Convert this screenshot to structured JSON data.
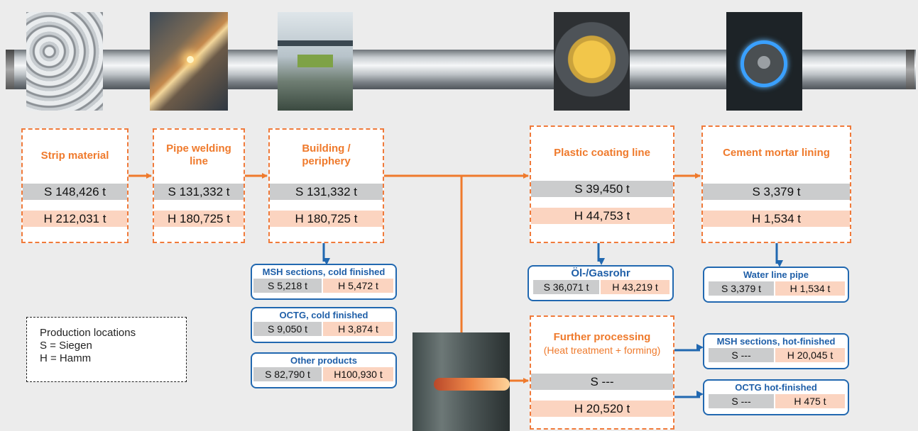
{
  "colors": {
    "orange": "#ef7a2c",
    "blue": "#2168b0",
    "gray_bar": "#cbcccd",
    "pink_bar": "#fbd4c0"
  },
  "icons": [
    "strip-coils-photo",
    "welding-photo",
    "crane-photo",
    "coating-machine-photo",
    "cement-pipe-photo",
    "rolling-mill-photo"
  ],
  "stages": {
    "strip": {
      "title": "Strip material",
      "s": "S 148,426 t",
      "h": "H 212,031 t"
    },
    "welding": {
      "title_l1": "Pipe welding",
      "title_l2": "line",
      "s": "S 131,332 t",
      "h": "H 180,725 t"
    },
    "building": {
      "title_l1": "Building /",
      "title_l2": "periphery",
      "s": "S 131,332 t",
      "h": "H 180,725 t"
    },
    "coating": {
      "title": "Plastic coating line",
      "s": "S 39,450 t",
      "h": "H 44,753 t"
    },
    "cement": {
      "title": "Cement mortar lining",
      "s": "S 3,379 t",
      "h": "H 1,534 t"
    },
    "further": {
      "title": "Further processing",
      "subtitle": "(Heat treatment + forming)",
      "s": "S ---",
      "h": "H 20,520 t"
    }
  },
  "products": {
    "msh_cold": {
      "title": "MSH sections, cold finished",
      "s": "S 5,218 t",
      "h": "H 5,472 t"
    },
    "octg_cold": {
      "title": "OCTG, cold finished",
      "s": "S 9,050 t",
      "h": "H 3,874 t"
    },
    "other": {
      "title": "Other products",
      "s": "S 82,790 t",
      "h": "H100,930 t"
    },
    "oil_gas": {
      "title": "Öl-/Gasrohr",
      "s": "S 36,071 t",
      "h": "H 43,219 t"
    },
    "water": {
      "title": "Water line pipe",
      "s": "S 3,379 t",
      "h": "H 1,534 t"
    },
    "msh_hot": {
      "title": "MSH sections, hot-finished",
      "s": "S ---",
      "h": "H 20,045 t"
    },
    "octg_hot": {
      "title": "OCTG hot-finished",
      "s": "S ---",
      "h": "H 475 t"
    }
  },
  "legend": {
    "title": "Production locations",
    "s_line": "S = Siegen",
    "h_line": "H = Hamm"
  }
}
